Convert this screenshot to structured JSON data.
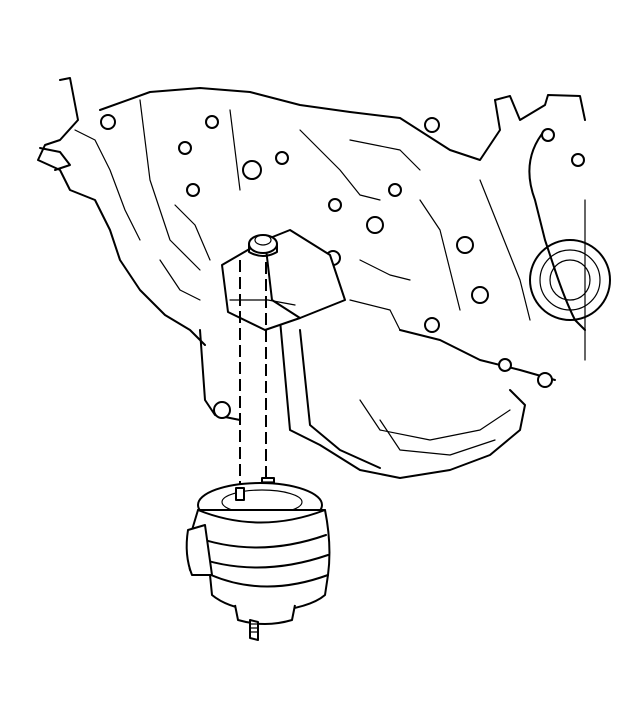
{
  "diagram": {
    "type": "exploded-view line drawing",
    "components": [
      "engine-block",
      "mount-bracket",
      "mount-bolt",
      "engine-mount"
    ],
    "labels": []
  }
}
